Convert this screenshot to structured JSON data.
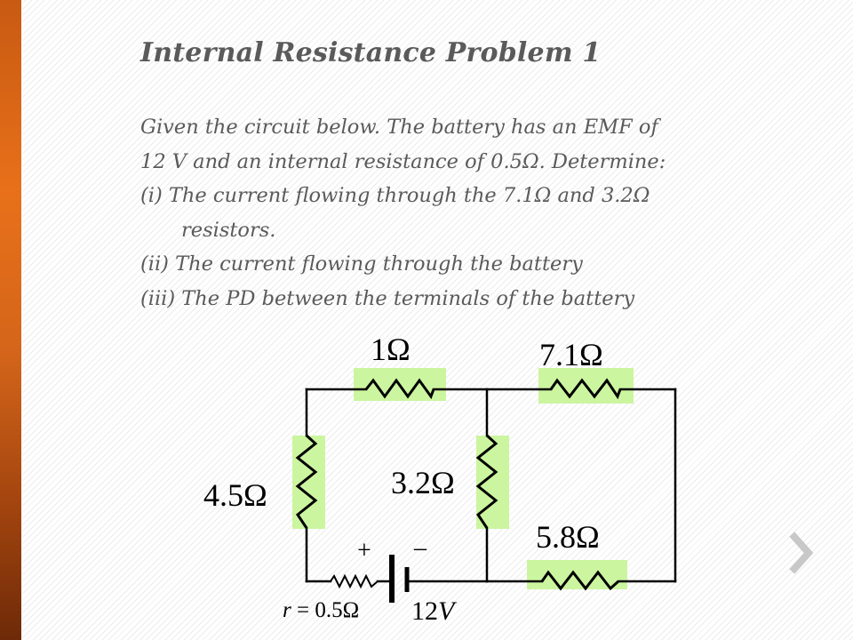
{
  "slide": {
    "title": "Internal Resistance Problem 1",
    "lines": [
      "Given the circuit below. The battery has an EMF of",
      "12 V and an internal resistance of 0.5Ω. Determine:",
      "(i) The current flowing through the 7.1Ω and 3.2Ω",
      "resistors.",
      "(ii) The current flowing through the battery",
      "(iii) The PD between the terminals of the battery"
    ]
  },
  "circuit": {
    "resistors": {
      "r_top_left": "1Ω",
      "r_top_right": "7.1Ω",
      "r_left": "4.5Ω",
      "r_middle": "3.2Ω",
      "r_bottom_right": "5.8Ω"
    },
    "battery": {
      "plus": "+",
      "minus": "–",
      "emf": "12",
      "emf_unit": "V",
      "internal_r_symbol": "r",
      "internal_r_value": " = 0.5Ω"
    },
    "resistor_highlight_color": "#ccf5a0"
  },
  "navigation": {
    "next_icon": "chevron-right-icon",
    "accent_color": "#c8c8c8",
    "sidebar_color": "#e8701a"
  }
}
